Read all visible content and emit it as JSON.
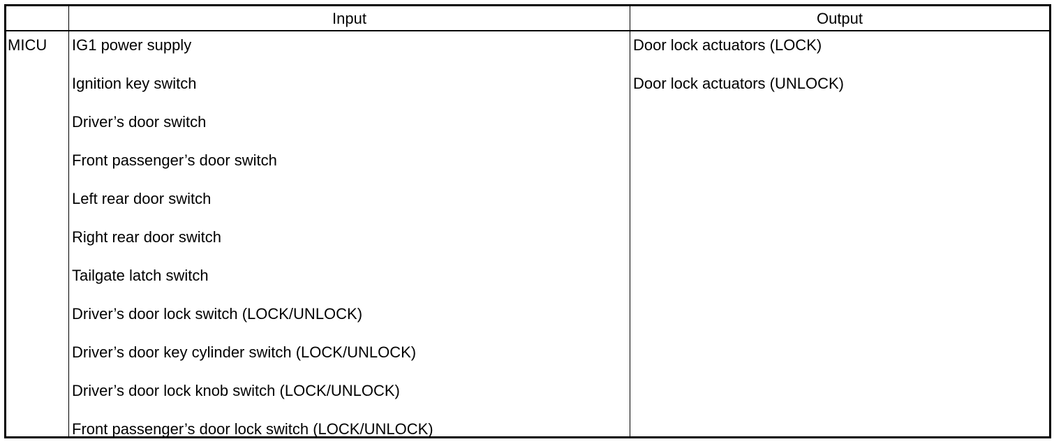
{
  "table": {
    "headers": {
      "row_label": "",
      "input": "Input",
      "output": "Output"
    },
    "row": {
      "label": "MICU",
      "inputs": [
        "IG1 power supply",
        "Ignition key switch",
        "Driver’s door switch",
        "Front passenger’s door switch",
        "Left rear door switch",
        "Right rear door switch",
        "Tailgate latch switch",
        "Driver’s door lock switch (LOCK/UNLOCK)",
        "Driver’s door key cylinder switch (LOCK/UNLOCK)",
        "Driver’s door lock knob switch (LOCK/UNLOCK)",
        "Front passenger’s door lock switch (LOCK/UNLOCK)"
      ],
      "outputs": [
        "Door lock actuators (LOCK)",
        "Door lock actuators (UNLOCK)"
      ]
    }
  }
}
